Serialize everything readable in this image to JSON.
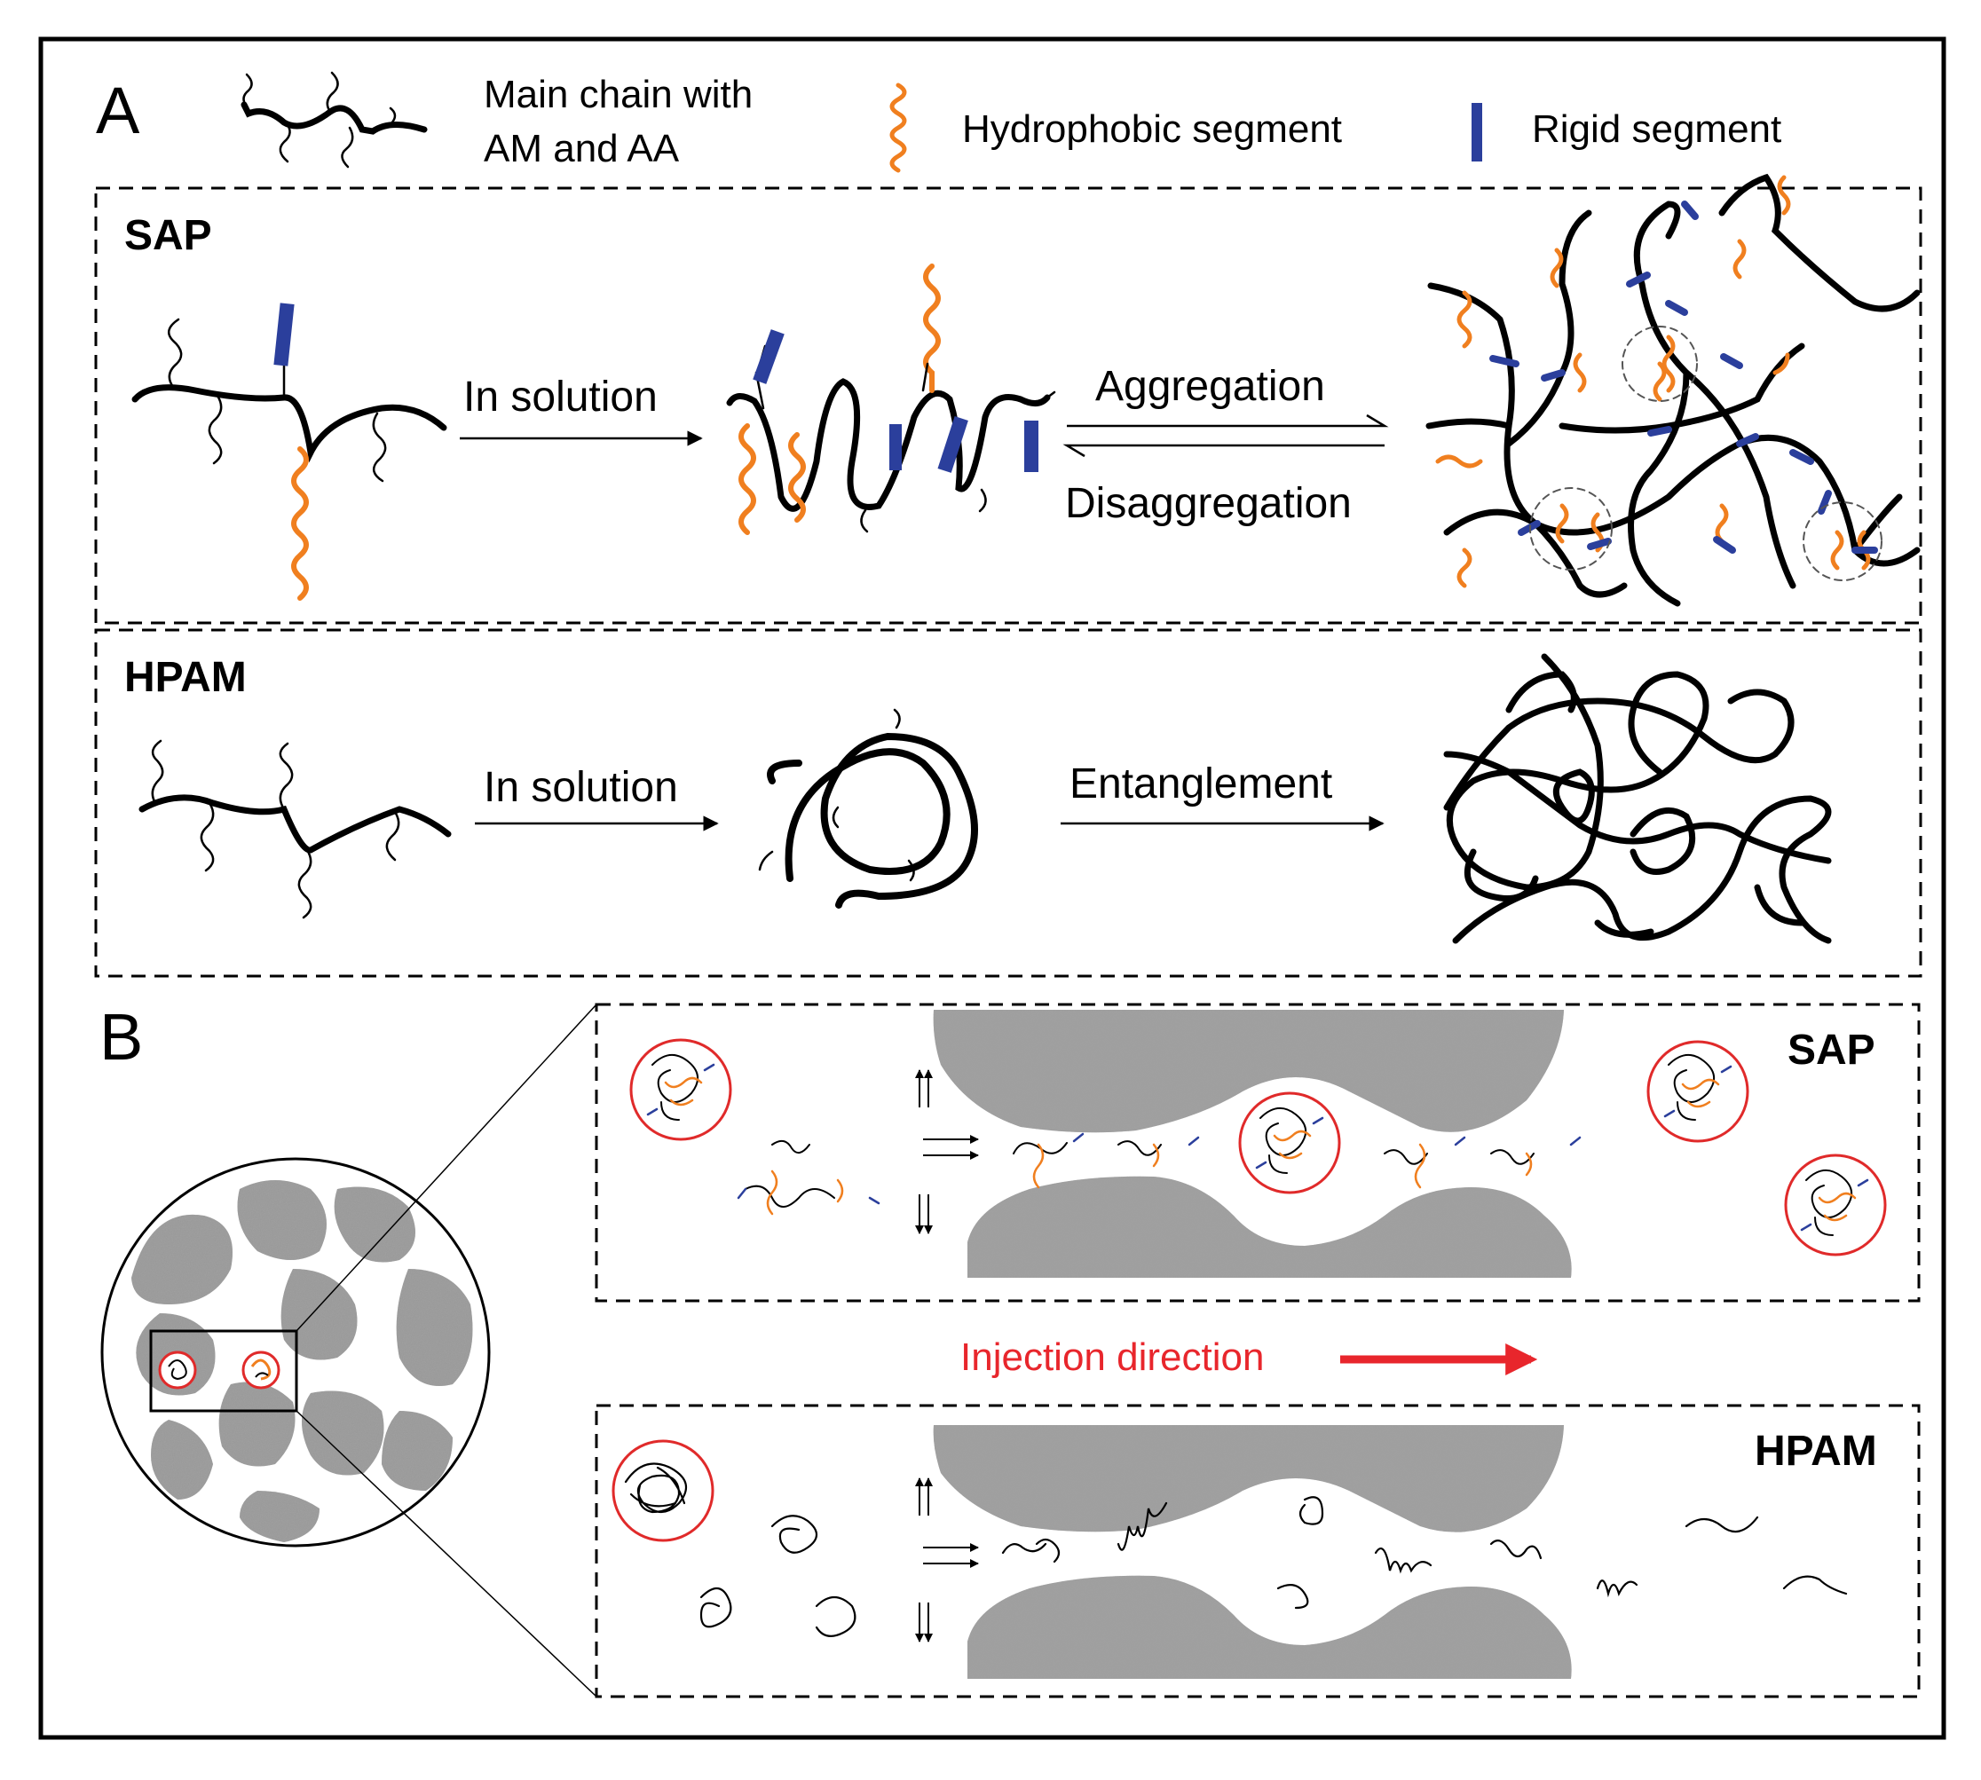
{
  "panel_a": {
    "letter": "A",
    "legend": {
      "main_chain_line1": "Main chain with",
      "main_chain_line2": "AM and AA",
      "hydrophobic": "Hydrophobic segment",
      "rigid": "Rigid segment"
    },
    "sap": {
      "title": "SAP",
      "step1": "In solution",
      "forward": "Aggregation",
      "reverse": "Disaggregation"
    },
    "hpam": {
      "title": "HPAM",
      "step1": "In solution",
      "step2": "Entanglement"
    }
  },
  "panel_b": {
    "letter": "B",
    "sap_title": "SAP",
    "hpam_title": "HPAM",
    "injection": "Injection direction"
  },
  "colors": {
    "main_chain": "#000000",
    "hydrophobic": "#f07f1f",
    "rigid": "#2b3f9c",
    "injection": "#e8262c",
    "rock": "#8a8a8a",
    "highlight_circle": "#e02a2a"
  }
}
